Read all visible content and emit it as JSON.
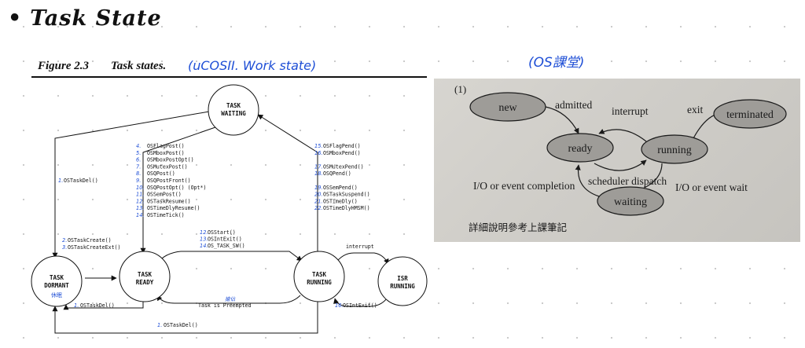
{
  "heading": {
    "bullet": "•",
    "text": "Task State"
  },
  "figure": {
    "number": "Figure 2.3",
    "title": "Task states.",
    "note": "(uCOSII. Work state)"
  },
  "os_note": "(OS課堂)",
  "left_diagram": {
    "states": {
      "waiting": [
        "TASK",
        "WAITING"
      ],
      "dormant": [
        "TASK",
        "DORMANT"
      ],
      "dormant_note": "休眠",
      "ready": [
        "TASK",
        "READY"
      ],
      "running": [
        "TASK",
        "RUNNING"
      ],
      "isr": [
        "ISR",
        "RUNNING"
      ]
    },
    "ready_to_waiting": [
      "OSFlagPost()",
      "OSMboxPost()",
      "OSMboxPostOpt()",
      "OSMutexPost()",
      "OSQPost()",
      "OSQPostFront()",
      "OSQPostOpt() (Opt*)",
      "OSSemPost()",
      "OSTaskResume()",
      "OSTimeDlyResume()",
      "OSTimeTick()"
    ],
    "ready_to_waiting_marks": [
      "4.",
      "5.",
      "6.",
      "7.",
      "8.",
      "9.",
      "10.",
      "11.",
      "12.",
      "13.",
      "14."
    ],
    "running_to_waiting": [
      "OSFlagPend()",
      "OSMboxPend()",
      "",
      "OSMutexPend()",
      "OSQPend()",
      "",
      "OSSemPend()",
      "OSTaskSuspend()",
      "OSTimeDly()",
      "OSTimeDlyHMSM()"
    ],
    "running_to_waiting_marks": [
      "15.",
      "16.",
      "",
      "17.",
      "18.",
      "",
      "19.",
      "20.",
      "21.",
      "22."
    ],
    "waiting_to_dormant": "OSTaskDel()",
    "waiting_to_dormant_mark": "1.",
    "dormant_to_ready": [
      "OSTaskCreate()",
      "OSTaskCreateExt()"
    ],
    "dormant_to_ready_marks": [
      "2.",
      "3."
    ],
    "ready_to_running": [
      "OSStart()",
      "OSIntExit()",
      "OS_TASK_SW()"
    ],
    "ready_to_running_marks": [
      "12.",
      "13.",
      "14."
    ],
    "preempted": "Task is Preempted",
    "preempted_note": "搶佔",
    "ready_to_dormant": "OSTaskDel()",
    "ready_to_dormant_mark": "1.",
    "running_to_dormant": "OSTaskDel()",
    "running_to_dormant_mark": "1.",
    "interrupt": "interrupt",
    "isr_exit": "OSIntExit()",
    "isr_exit_mark": "16."
  },
  "right_diagram": {
    "label": "(1)",
    "states": {
      "new": "new",
      "ready": "ready",
      "running": "running",
      "waiting": "waiting",
      "terminated": "terminated"
    },
    "edges": {
      "admitted": "admitted",
      "interrupt": "interrupt",
      "exit": "exit",
      "scheduler_dispatch": "scheduler dispatch",
      "io_completion": "I/O or event completion",
      "io_wait": "I/O or event wait"
    },
    "footnote": "詳細說明參考上課筆記",
    "colors": {
      "state_fill": "#9e9c98",
      "state_stroke": "#1a1a1a",
      "photo_bg": "#d2d0cb"
    }
  },
  "colors": {
    "ink": "#111111",
    "pen_blue": "#1f4fd6",
    "dot_grid": "#c8c8c8"
  }
}
